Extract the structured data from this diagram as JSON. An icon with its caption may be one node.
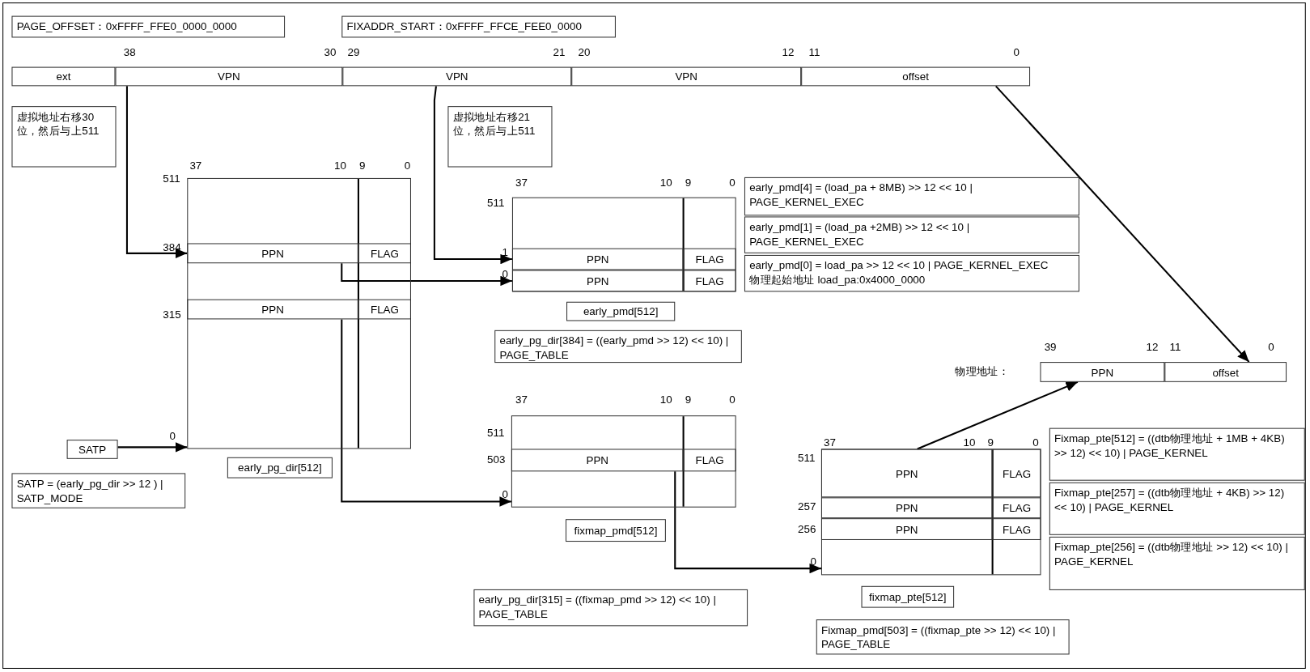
{
  "diagram": {
    "nodes": [
      {
        "text": [
          "PAGE_OFFSET：0xFFFF_FFE0_0000_0000"
        ]
      },
      {
        "text": [
          "FIXADDR_START：0xFFFF_FFCE_FEE0_0000"
        ]
      },
      {
        "text": [
          "ext"
        ]
      },
      {
        "text": [
          "VPN"
        ]
      },
      {
        "text": [
          "VPN"
        ]
      },
      {
        "text": [
          "VPN"
        ]
      },
      {
        "text": [
          "offset"
        ]
      },
      {
        "text": [
          "虚拟地址右移30位，然后与上511"
        ]
      },
      {
        "text": [
          "虚拟地址右移21位，然后与上511"
        ]
      },
      {
        "text": [],
        "shape": "box"
      },
      {
        "text": [
          "PPN"
        ],
        "in": 9
      },
      {
        "text": [
          "FLAG"
        ],
        "in": 9
      },
      {
        "text": [
          "PPN"
        ],
        "in": 9
      },
      {
        "text": [
          "FLAG"
        ],
        "in": 9
      },
      {
        "text": [],
        "shape": "box"
      },
      {
        "text": [
          "PPN"
        ],
        "in": 14
      },
      {
        "text": [
          "FLAG"
        ],
        "in": 14
      },
      {
        "text": [
          "PPN"
        ],
        "in": 14
      },
      {
        "text": [
          "FLAG"
        ],
        "in": 14
      },
      {
        "text": [
          "early_pmd[4] = (load_pa + 8MB) >> 12 << 10 | PAGE_KERNEL_EXEC"
        ]
      },
      {
        "text": [
          "early_pmd[1] = (load_pa +2MB) >> 12 << 10 | PAGE_KERNEL_EXEC"
        ]
      },
      {
        "text": [
          "early_pmd[0] = load_pa >> 12 << 10 | PAGE_KERNEL_EXEC",
          "物理起始地址 load_pa:0x4000_0000"
        ]
      },
      {
        "text": [
          "SATP"
        ]
      },
      {
        "text": [
          "SATP = (early_pg_dir >> 12 ) | SATP_MODE"
        ]
      },
      {
        "text": [
          "early_pg_dir[512]"
        ]
      },
      {
        "text": [
          "early_pmd[512]"
        ]
      },
      {
        "text": [
          "early_pg_dir[384] = ((early_pmd >> 12) << 10) | PAGE_TABLE"
        ]
      },
      {
        "text": [
          "PPN"
        ]
      },
      {
        "text": [
          "offset"
        ]
      },
      {
        "text": [],
        "shape": "box"
      },
      {
        "text": [
          "PPN"
        ],
        "in": 29
      },
      {
        "text": [
          "FLAG"
        ],
        "in": 29
      },
      {
        "text": [
          "fixmap_pmd[512]"
        ]
      },
      {
        "text": [
          "early_pg_dir[315] = ((fixmap_pmd >> 12) << 10) | PAGE_TABLE"
        ]
      },
      {
        "text": [],
        "shape": "box"
      },
      {
        "text": [
          "PPN"
        ],
        "in": 34
      },
      {
        "text": [
          "FLAG"
        ],
        "in": 34
      },
      {
        "text": [
          "PPN"
        ],
        "in": 34
      },
      {
        "text": [
          "FLAG"
        ],
        "in": 34
      },
      {
        "text": [
          "PPN"
        ],
        "in": 34
      },
      {
        "text": [
          "FLAG"
        ],
        "in": 34
      },
      {
        "text": [
          "Fixmap_pte[512] = ((dtb物理地址 + 1MB + 4KB) >> 12) << 10) | PAGE_KERNEL"
        ]
      },
      {
        "text": [
          "Fixmap_pte[257] = ((dtb物理地址 + 4KB) >> 12) << 10) | PAGE_KERNEL"
        ]
      },
      {
        "text": [
          "Fixmap_pte[256] = ((dtb物理地址 >> 12) << 10) | PAGE_KERNEL"
        ]
      },
      {
        "text": [
          "fixmap_pte[512]"
        ]
      },
      {
        "text": [
          "Fixmap_pmd[503] = ((fixmap_pte >> 12) << 10) | PAGE_TABLE"
        ]
      }
    ],
    "edges": [
      {
        "from": 3,
        "to": 10,
        "arrow": "to"
      },
      {
        "from": 4,
        "to": 15,
        "arrow": "to"
      },
      {
        "from": 10,
        "to": 17,
        "arrow": "to"
      },
      {
        "from": 12,
        "to": 29,
        "arrow": "to"
      },
      {
        "from": 6,
        "to": 28,
        "arrow": "to"
      },
      {
        "from": 22,
        "to": 9,
        "arrow": "to"
      },
      {
        "from": 30,
        "to": 34,
        "arrow": "to"
      },
      {
        "from": 35,
        "to": 27,
        "arrow": "to"
      }
    ],
    "labels": [
      "38",
      "30",
      "29",
      "21",
      "20",
      "12",
      "11",
      "0",
      "37",
      "10",
      "9",
      "0",
      "511",
      "384",
      "315",
      "0",
      "37",
      "10",
      "9",
      "0",
      "511",
      "1",
      "0",
      "物理地址：",
      "39",
      "12",
      "11",
      "0",
      "37",
      "10",
      "9",
      "0",
      "511",
      "503",
      "0",
      "37",
      "10",
      "9",
      "0",
      "511",
      "257",
      "256",
      "0"
    ]
  }
}
